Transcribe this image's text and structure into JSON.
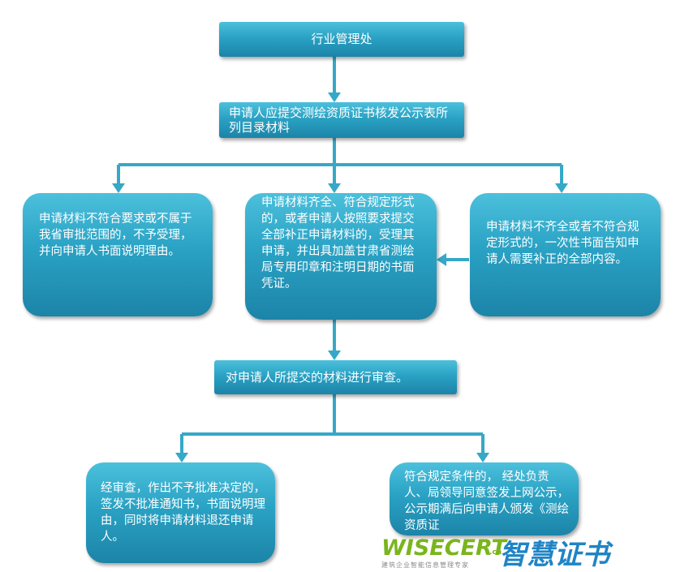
{
  "nodes": {
    "dept": "行业管理处",
    "submit": "申请人应提交测绘资质证书核发公示表所列目录材料",
    "reject_scope": "申请材料不符合要求或不属于我省审批范围的，不予受理，并向申请人书面说明理由。",
    "accept": "申请材料齐全、符合规定形式的，或者申请人按照要求提交全部补正申请材料的，受理其申请，并出具加盖甘肃省测绘局专用印章和注明日期的书面凭证。",
    "incomplete": "申请材料不齐全或者不符合规定形式的，一次性书面告知申请人需要补正的全部内容。",
    "review": "对申请人所提交的材料进行审查。",
    "deny": "经审查，作出不予批准决定的，签发不批准通知书，书面说明理由，同时将申请材料退还申请人。",
    "approve": "符合规定条件的， 经处负责人、局领导同意签发上网公示，公示期满后向申请人颁发《测绘资质证"
  },
  "watermark": {
    "latin": "WISECERT",
    "domain_suffix": ".cn",
    "cn_big": "智慧证书",
    "cn_small": "建筑企业智能信息管理专家"
  },
  "colors": {
    "box_top": "#4cc0dc",
    "box_bottom": "#1c84a8",
    "connector": "#36a8c8",
    "watermark_green": "#7ab51d",
    "watermark_blue": "#1f84c6"
  }
}
